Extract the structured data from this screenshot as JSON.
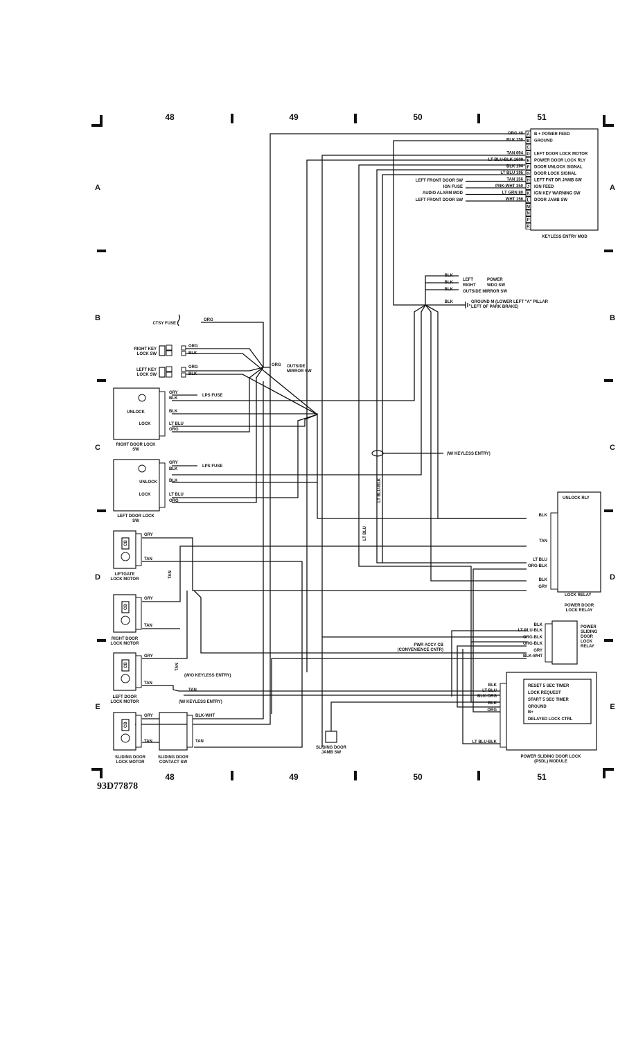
{
  "grid": {
    "columns": [
      "48",
      "49",
      "50",
      "51"
    ],
    "rows": [
      "A",
      "B",
      "C",
      "D",
      "E"
    ]
  },
  "keyless_entry_module": {
    "name": "KEYLESS ENTRY MOD",
    "pins": [
      "A",
      "B",
      "C",
      "D",
      "E",
      "F",
      "G",
      "H",
      "J",
      "K",
      "L",
      "M",
      "N",
      "P",
      "R"
    ],
    "wires": [
      "ORG 40",
      "BLK 150",
      "TAN 694",
      "LT BLU-BLK 1609",
      "BLK 194",
      "LT BLU 195",
      "TAN 156",
      "PNK-WHT 350",
      "LT GRN 80",
      "WHT 156"
    ],
    "functions": [
      "B + POWER FEED",
      "GROUND",
      "LEFT DOOR LOCK MOTOR",
      "POWER DOOR LOCK RLY",
      "DOOR UNLOCK SIGNAL",
      "DOOR LOCK SIGNAL",
      "LEFT FNT DR JAMB SW",
      "IGN FEED",
      "IGN KEY WARNING SW",
      "DOOR JAMB SW"
    ],
    "sources": [
      "LEFT FRONT DOOR SW",
      "IGN FUSE",
      "AUDIO ALARM MOD",
      "LEFT FRONT DOOR SW"
    ]
  },
  "power_wdo": {
    "left": "LEFT",
    "right": "RIGHT",
    "power": "POWER",
    "wdo_sw": "WDO SW",
    "mirror": "OUTSIDE MIRROR SW",
    "ground_1": "GROUND M (LOWER LEFT \"A\" PILLAR",
    "ground_2": "LEFT OF PARK BRAKE)",
    "blk": "BLK"
  },
  "ctsy_fuse": "CTSY FUSE",
  "right_key": {
    "line1": "RIGHT KEY",
    "line2": "LOCK SW"
  },
  "left_key": {
    "line1": "LEFT KEY",
    "line2": "LOCK SW"
  },
  "outside_mirror": {
    "line1": "OUTSIDE",
    "line2": "MIRROR SW"
  },
  "right_door_lock_sw": {
    "line1": "RIGHT DOOR LOCK",
    "line2": "SW"
  },
  "left_door_lock_sw": {
    "line1": "LEFT DOOR LOCK",
    "line2": "SW"
  },
  "lps_fuse": "LPS FUSE",
  "unlock": "UNLOCK",
  "lock": "LOCK",
  "w_keyless": "(W/ KEYLESS ENTRY)",
  "wo_keyless": "(W/O KEYLESS ENTRY)",
  "lt_blu_blk_v": "LT BLU-BLK",
  "lt_blu_v": "LT BLU",
  "tan_v": "TAN",
  "liftgate": {
    "line1": "LIFTGATE",
    "line2": "LOCK MOTOR"
  },
  "right_door_motor": {
    "line1": "RIGHT DOOR",
    "line2": "LOCK MOTOR"
  },
  "left_door_motor": {
    "line1": "LEFT DOOR",
    "line2": "LOCK MOTOR"
  },
  "sliding_motor": {
    "line1": "SLIDING DOOR",
    "line2": "LOCK MOTOR"
  },
  "contact_sw": {
    "line1": "SLIDING DOOR",
    "line2": "CONTACT SW"
  },
  "jamb_sw": {
    "line1": "SLIDING DOOR",
    "line2": "JAMB SW"
  },
  "cb": "CB",
  "colors": {
    "gry": "GRY",
    "tan": "TAN",
    "blk": "BLK",
    "org": "ORG",
    "lt_blu": "LT BLU",
    "blk_wht": "BLK-WHT",
    "org_blk": "ORG-BLK",
    "lt_blu_blk": "LT BLU-BLK",
    "blk_org": "BLK-ORG"
  },
  "unlock_rly": "UNLOCK RLY",
  "lock_relay": "LOCK RELAY",
  "pdl_relay": {
    "line1": "POWER DOOR",
    "line2": "LOCK RELAY"
  },
  "psdl_relay": {
    "line1": "POWER",
    "line2": "SLIDING",
    "line3": "DOOR",
    "line4": "LOCK",
    "line5": "RELAY"
  },
  "pwr_accy": {
    "line1": "PWR ACCY CB",
    "line2": "(CONVENIENCE CNTR)"
  },
  "psdl_module": {
    "line1": "POWER SLIDING DOOR LOCK",
    "line2": "(PSDL) MODULE",
    "functions": [
      "RESET 5 SEC TIMER",
      "LOCK REQUEST",
      "START 5 SEC TIMER",
      "GROUND",
      "B+",
      "DELAYED LOCK CTRL"
    ]
  },
  "footer_code": "93D77878"
}
